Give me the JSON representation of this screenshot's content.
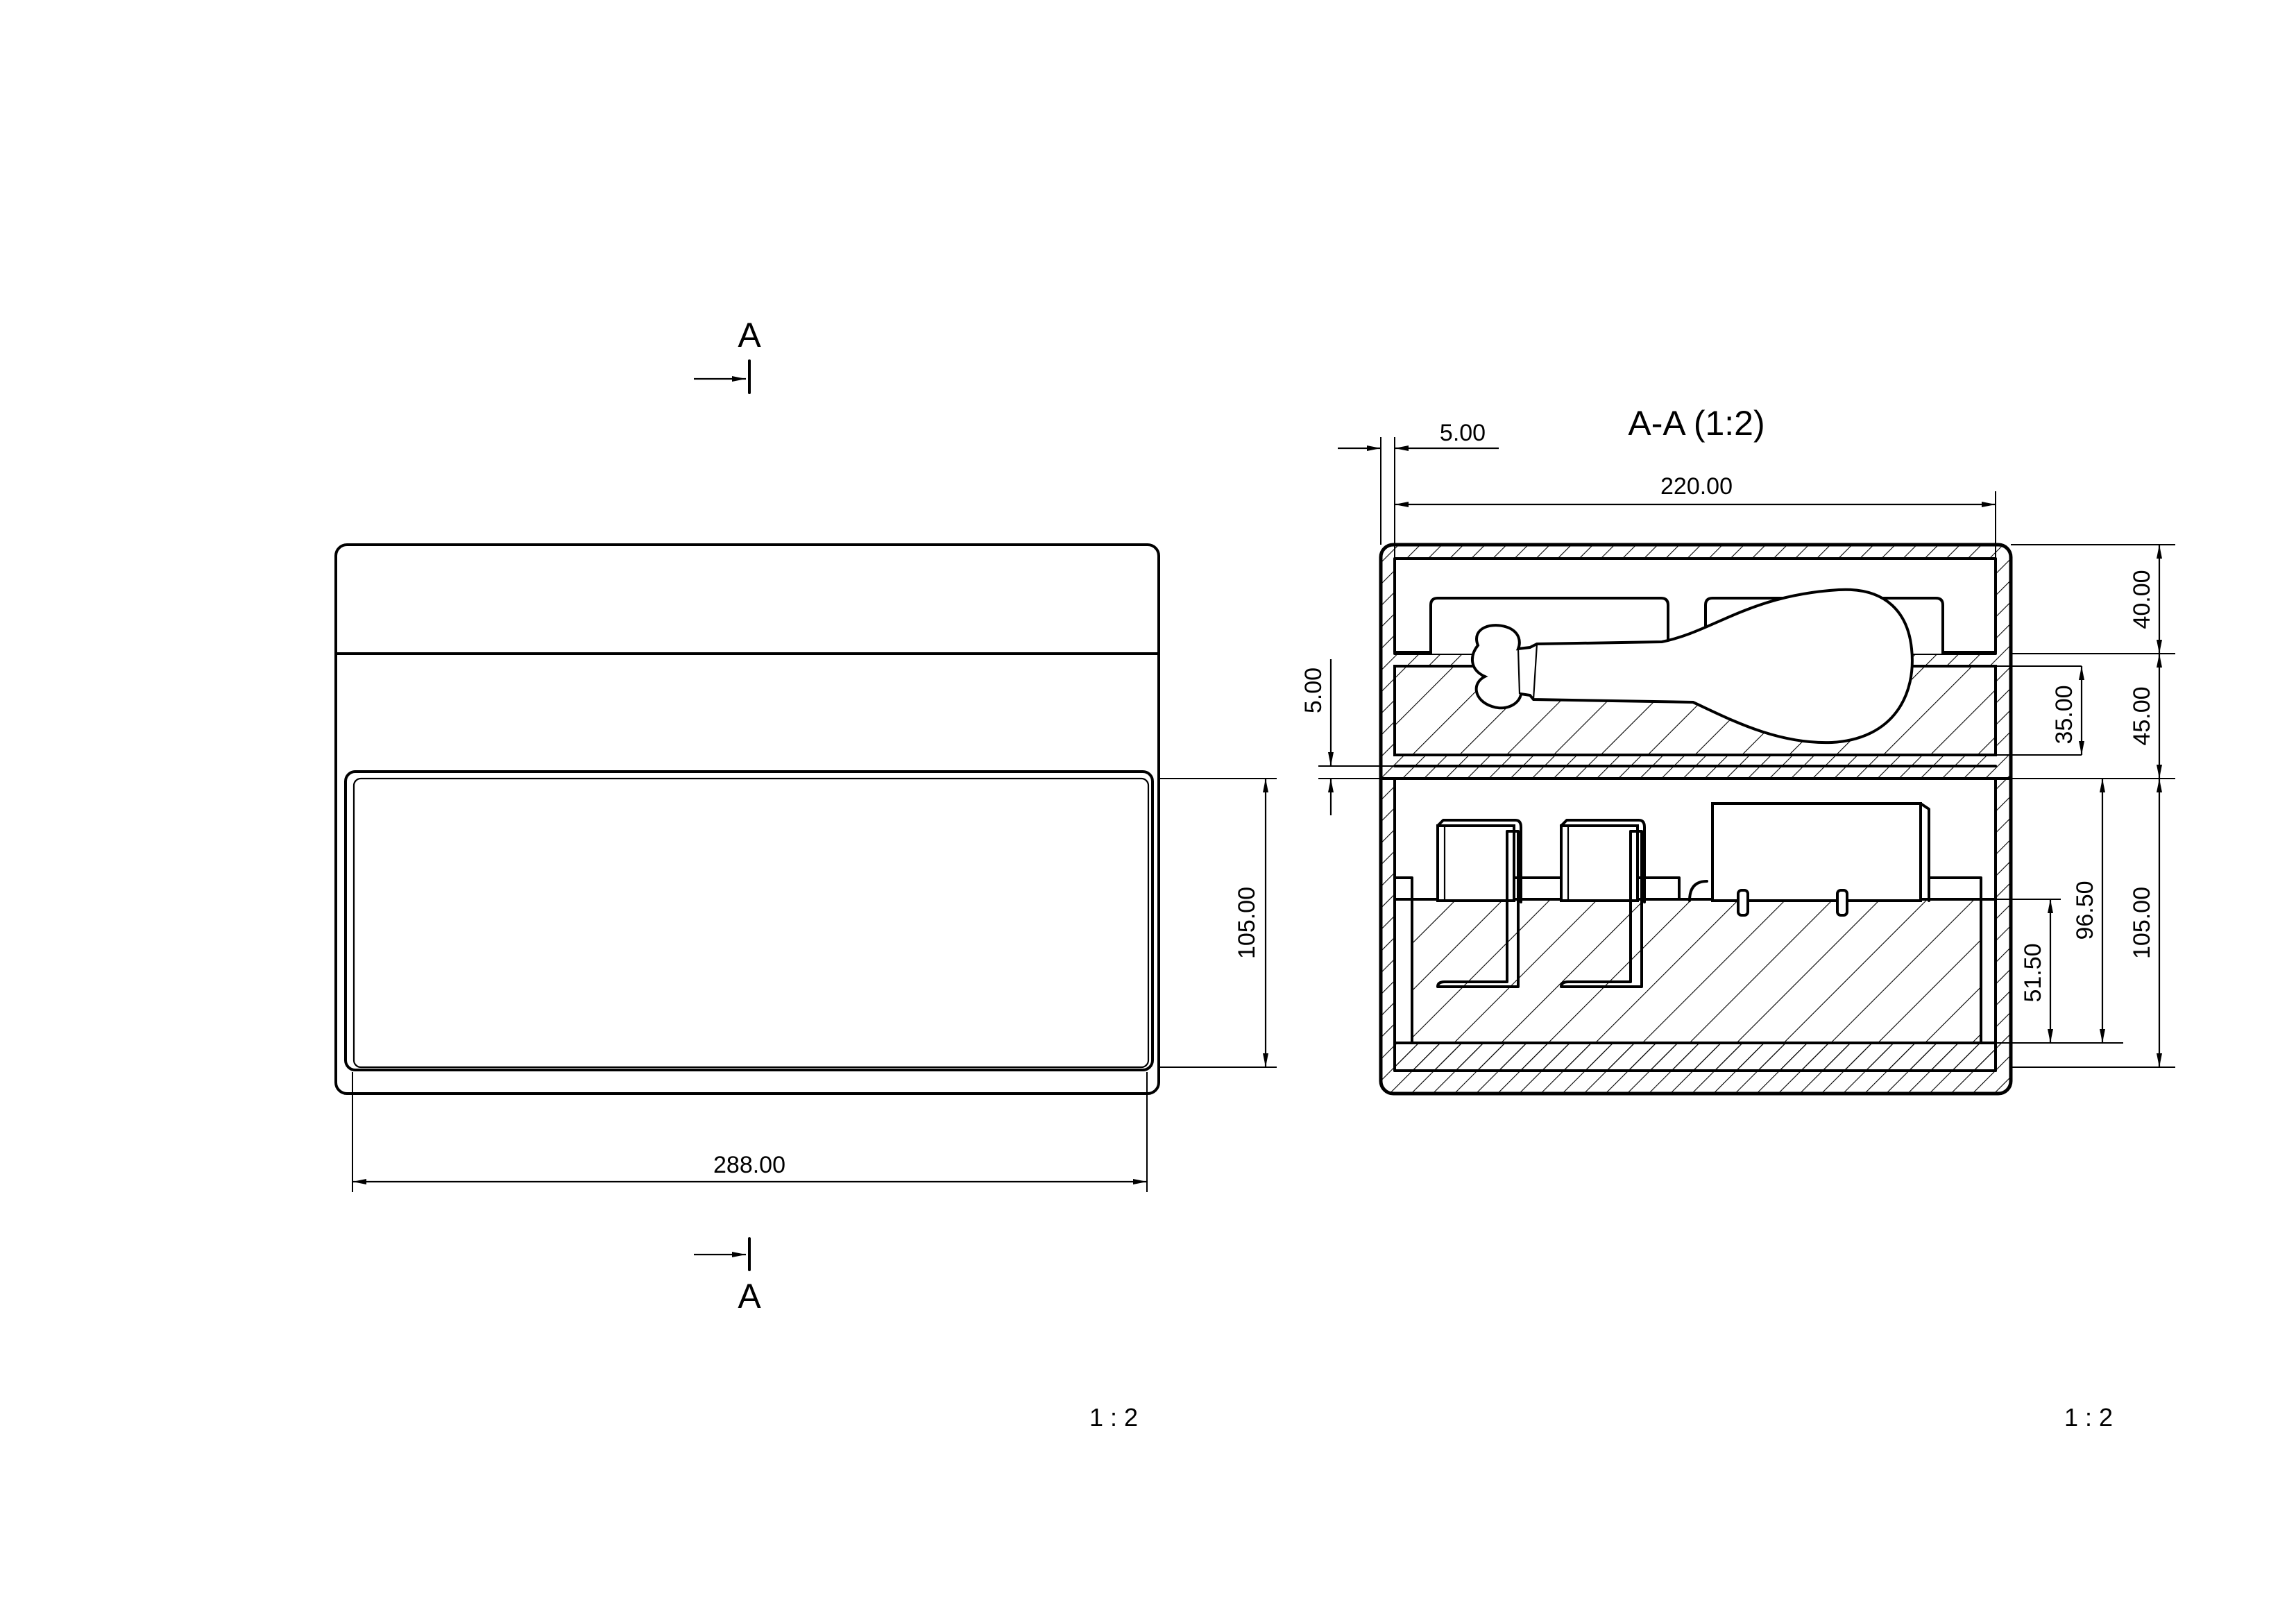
{
  "section_marker": {
    "letter": "A"
  },
  "section_title": "A-A (1:2)",
  "scales": {
    "left_view": "1 : 2",
    "right_view": "1 : 2"
  },
  "dimensions": {
    "front_width": "288.00",
    "front_window_height": "105.00",
    "wall_thickness": "5.00",
    "inner_width": "220.00",
    "divider_thickness": "5.00",
    "lid_height": "40.00",
    "upper_tray_height": "45.00",
    "upper_foam_height": "35.00",
    "lower_height": "105.00",
    "lower_inner_height": "96.50",
    "lower_foam_height": "51.50"
  },
  "colors": {
    "line": "#000000",
    "background": "#ffffff"
  }
}
